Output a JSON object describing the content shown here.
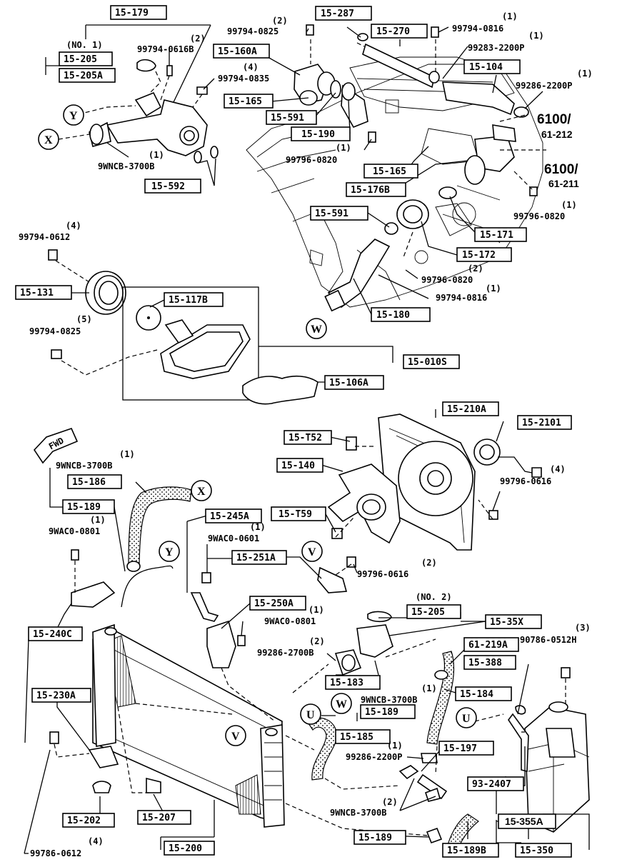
{
  "diagram": {
    "boxed_labels": {
      "b15179": "15-179",
      "b15205": "15-205",
      "b15205A": "15-205A",
      "b15160A": "15-160A",
      "b15165a": "15-165",
      "b15591a": "15-591",
      "b15190": "15-190",
      "b15592": "15-592",
      "b15287": "15-287",
      "b15270": "15-270",
      "b15104": "15-104",
      "b15165b": "15-165",
      "b15176B": "15-176B",
      "b15591b": "15-591",
      "b15171": "15-171",
      "b15172": "15-172",
      "b15180": "15-180",
      "b15131": "15-131",
      "b15117B": "15-117B",
      "b15010S": "15-010S",
      "b15106A": "15-106A",
      "b15210A": "15-210A",
      "b152101": "15-2101",
      "b15T52": "15-T52",
      "b15140": "15-140",
      "b15T59": "15-T59",
      "b15186": "15-186",
      "b15189a": "15-189",
      "b15245A": "15-245A",
      "b15251A": "15-251A",
      "b15240C": "15-240C",
      "b15250A": "15-250A",
      "b15205b": "15-205",
      "b1535X": "15-35X",
      "b61219A": "61-219A",
      "b15388": "15-388",
      "b15183": "15-183",
      "b15184": "15-184",
      "b15189b": "15-189",
      "b15185": "15-185",
      "b15197": "15-197",
      "b15230A": "15-230A",
      "b15202": "15-202",
      "b15207": "15-207",
      "b15200": "15-200",
      "b932407": "93-2407",
      "b15355A": "15-355A",
      "b15189c": "15-189",
      "b15189B": "15-189B",
      "b15350": "15-350"
    },
    "callouts": {
      "c_no1": "(NO. 1)",
      "c_2_616B": "(2)",
      "c_616B": "99794-0616B",
      "c_4_835": "(4)",
      "c_835": "99794-0835",
      "c_2_825top": "(2)",
      "c_825top": "99794-0825",
      "c_1_816": "(1)",
      "c_816": "99794-0816",
      "c_1_2200a": "(1)",
      "c_2200a": "99283-2200P",
      "c_1_2200b": "(1)",
      "c_2200b": "99286-2200P",
      "c_1_wn": "(1)",
      "c_wn": "9WNCB-3700B",
      "c_1_820a": "(1)",
      "c_820a": "99796-0820",
      "c_1_820b": "(1)",
      "c_820b": "99796-0820",
      "c_2_820c": "(2)",
      "c_820c": "99796-0820",
      "c_816b": "99794-0816",
      "c_1_816b": "(1)",
      "c_4_612": "(4)",
      "c_612": "99794-0612",
      "c_5_825": "(5)",
      "c_825": "99794-0825",
      "c_1_wn2": "(1)",
      "c_wn2": "9WNCB-3700B",
      "c_1_wac": "(1)",
      "c_wac": "9WAC0-0801",
      "c_1_wac601": "(1)",
      "c_wac601": "9WAC0-0601",
      "c_4_616": "(4)",
      "c_616": "99796-0616",
      "c_2_616b": "(2)",
      "c_616b": "99796-0616",
      "c_1_wac801b": "(1)",
      "c_wac801b": "9WAC0-0801",
      "c_no2": "(NO. 2)",
      "c_2_2700": "(2)",
      "c_2700": "99286-2700B",
      "c_3_512": "(3)",
      "c_512": "90786-0512H",
      "c_1_wn3": "(1)",
      "c_wn3": "9WNCB-3700B",
      "c_1_2200c": "(1)",
      "c_2200c": "99286-2200P",
      "c_2_wn4": "(2)",
      "c_wn4": "9WNCB-3700B",
      "c_4_0612": "(4)",
      "c_0612": "99786-0612",
      "c_6100a": "6100/",
      "c_61212": "61-212",
      "c_6100b": "6100/",
      "c_61211": "61-211",
      "c_fwd": "FWD"
    },
    "circle_markers": {
      "Y1": "Y",
      "X1": "X",
      "W1": "W",
      "X2": "X",
      "Y2": "Y",
      "V1": "V",
      "V2": "V",
      "U1": "U",
      "U2": "U",
      "W2": "W"
    }
  }
}
